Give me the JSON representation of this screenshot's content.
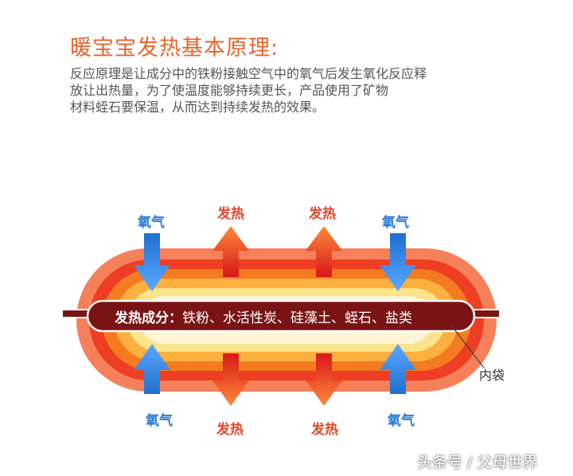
{
  "title": "暖宝宝发热基本原理:",
  "description_lines": [
    "反应原理是让成分中的铁粉接触空气中的氧气后发生氧化反应释",
    "放让出热量，为了使温度能够持续更长，产品使用了矿物",
    "材料蛭石要保温，从而达到持续发热的效果。"
  ],
  "diagram": {
    "oxygen_label": "氧气",
    "heat_label": "发热",
    "bar_prefix": "发热成分：",
    "bar_ingredients": "铁粉、水活性炭、硅藻土、蛭石、盐类",
    "inner_bag_label": "内袋"
  },
  "colors": {
    "title": "#e8642c",
    "oxygen_arrow": "#2b7bd6",
    "heat_arrow": "#e8462a",
    "bar": "#7a1414"
  },
  "watermark": "头条号 / 父母世界"
}
